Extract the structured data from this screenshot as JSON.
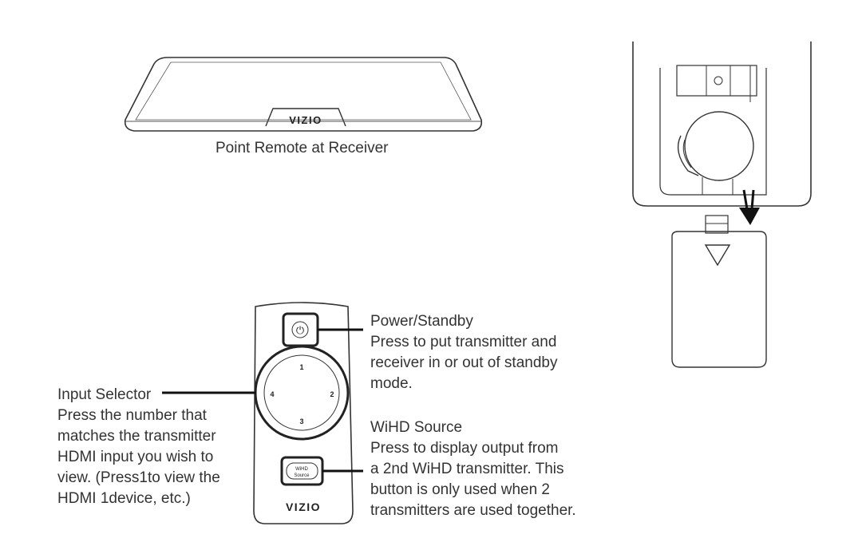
{
  "receiver": {
    "brand": "VIZIO",
    "caption": "Point Remote at Receiver"
  },
  "remote": {
    "brand": "VIZIO",
    "power_glyph": "⏻",
    "wheel_numbers": {
      "top": "1",
      "right": "2",
      "bottom": "3",
      "left": "4"
    },
    "source_button_line1": "WiHD",
    "source_button_line2": "Source"
  },
  "callouts": {
    "power": {
      "title": "Power/Standby",
      "lines": [
        "Press to put transmitter and",
        "receiver in or out of standby",
        "mode."
      ]
    },
    "wihd": {
      "title": "WiHD Source",
      "lines": [
        "Press to display output from",
        "a 2nd WiHD transmitter. This",
        "button is only used when 2",
        "transmitters are used together."
      ]
    },
    "input": {
      "title": "Input Selector",
      "lines": [
        "Press the number that",
        "matches the transmitter",
        "HDMI input you wish to",
        "view. (Press1to view the",
        "HDMI 1device, etc.)"
      ]
    }
  },
  "icons": {
    "battery_arrow": "down-arrow-icon",
    "battery_cover_triangle": "triangle-down-icon"
  }
}
